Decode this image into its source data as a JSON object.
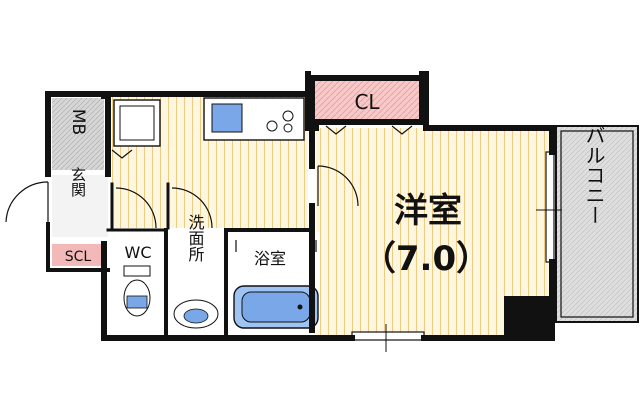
{
  "rooms": {
    "western_room": {
      "label": "洋室",
      "size": "（7.0）"
    },
    "closet": {
      "label": "CL"
    },
    "balcony": {
      "label": "バルコニー"
    },
    "bathroom": {
      "label": "浴室"
    },
    "washroom": {
      "label": "洗面所"
    },
    "toilet": {
      "label": "WC"
    },
    "entrance": {
      "label": "玄関"
    },
    "meter_box": {
      "label": "MB"
    },
    "shoe_closet": {
      "label": "SCL"
    }
  },
  "colors": {
    "wall": "#111111",
    "floor_lines": "#e8c26a",
    "floor_bg": "#fff6df",
    "closet": "#f8c9c9",
    "balcony": "#d9d9d9",
    "bath_tub": "#9fc3f2",
    "bath_fill": "#7aa7e8",
    "shoe_closet": "#f3b9b9"
  }
}
